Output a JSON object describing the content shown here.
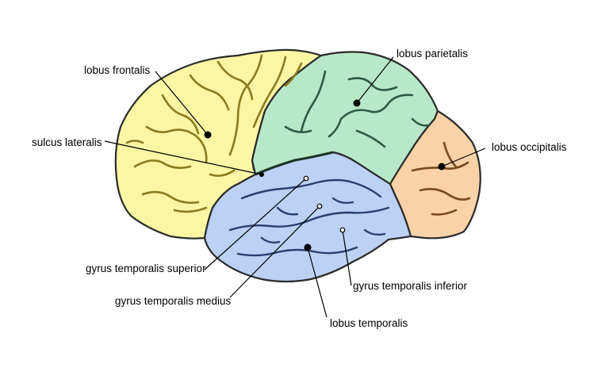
{
  "colors": {
    "frontal": "#fbf6a4",
    "parietal": "#b7e9c8",
    "occipital": "#f9d2a8",
    "temporal": "#bcd1f4",
    "frontal_sulcus": "#8a7b1f",
    "parietal_sulcus": "#2f5a45",
    "occipital_sulcus": "#7a4a1e",
    "temporal_sulcus": "#2c3e6e"
  },
  "labels": {
    "lobus_frontalis": "lobus frontalis",
    "lobus_parietalis": "lobus parietalis",
    "lobus_occipitalis": "lobus occipitalis",
    "sulcus_lateralis": "sulcus lateralis",
    "gyrus_temporalis_superior": "gyrus temporalis superior",
    "gyrus_temporalis_medius": "gyrus temporalis medius",
    "gyrus_temporalis_inferior": "gyrus temporalis inferior",
    "lobus_temporalis": "lobus temporalis"
  }
}
